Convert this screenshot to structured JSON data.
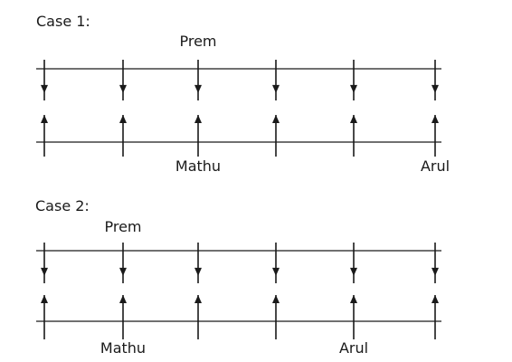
{
  "cases": [
    {
      "title": "Case 1:",
      "top_row": {
        "labels": [
          null,
          null,
          "Prem",
          null,
          null,
          null
        ]
      },
      "bottom_row": {
        "labels": [
          null,
          null,
          "Mathu",
          null,
          null,
          "Arul"
        ]
      }
    },
    {
      "title": "Case 2:",
      "top_row": {
        "labels": [
          null,
          "Prem",
          null,
          null,
          null,
          null
        ]
      },
      "bottom_row": {
        "labels": [
          null,
          "Mathu",
          null,
          null,
          "Arul",
          null
        ]
      }
    }
  ],
  "seats_per_row": 6,
  "top_row_direction": "down",
  "bottom_row_direction": "up"
}
